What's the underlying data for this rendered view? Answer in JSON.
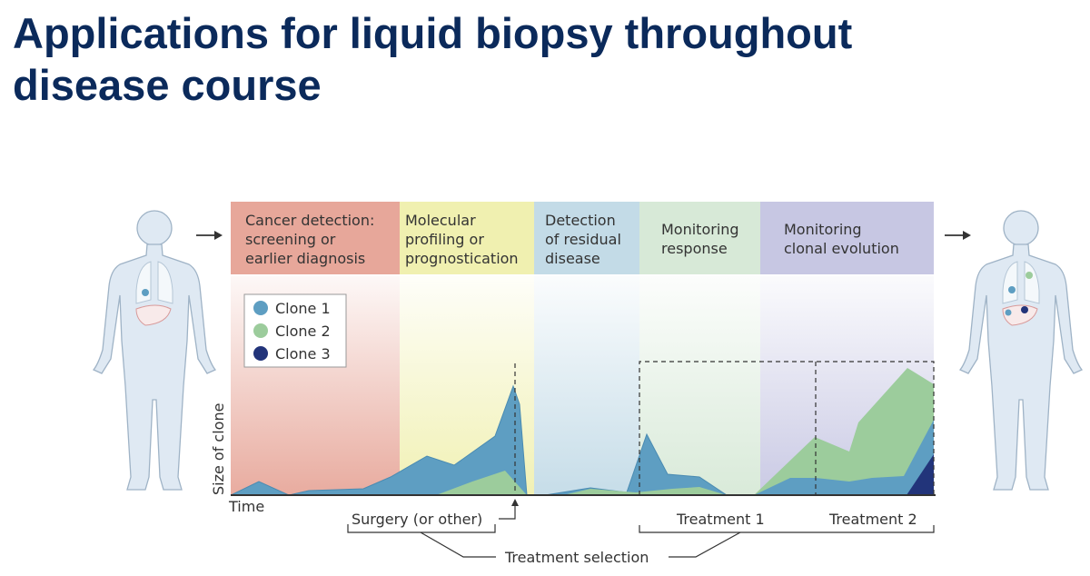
{
  "title": {
    "line1": "Applications for liquid biopsy throughout",
    "line2": "disease course"
  },
  "phases": [
    {
      "lines": [
        "Cancer detection:",
        "screening or",
        "earlier diagnosis"
      ],
      "color": "#e7a79a"
    },
    {
      "lines": [
        "Molecular",
        "profiling or",
        "prognostication"
      ],
      "color": "#f0f0b0"
    },
    {
      "lines": [
        "Detection",
        "of residual",
        "disease"
      ],
      "color": "#c3dbe7"
    },
    {
      "lines": [
        "Monitoring",
        "response"
      ],
      "color": "#d7e9d7"
    },
    {
      "lines": [
        "Monitoring",
        "clonal evolution"
      ],
      "color": "#c7c7e3"
    }
  ],
  "legend": [
    {
      "label": "Clone 1",
      "color": "#5e9ec2"
    },
    {
      "label": "Clone 2",
      "color": "#9ccc9c"
    },
    {
      "label": "Clone 3",
      "color": "#22347a"
    }
  ],
  "axes": {
    "ylabel": "Size of clone",
    "xlabel": "Time"
  },
  "annotations": {
    "surgery": "Surgery (or other)",
    "treatment1": "Treatment 1",
    "treatment2": "Treatment 2",
    "treatment_selection": "Treatment selection"
  },
  "icons": [
    "human-body-icon",
    "arrow-right-icon",
    "lungs-icon",
    "liver-icon",
    "tumor-dot-icon"
  ]
}
